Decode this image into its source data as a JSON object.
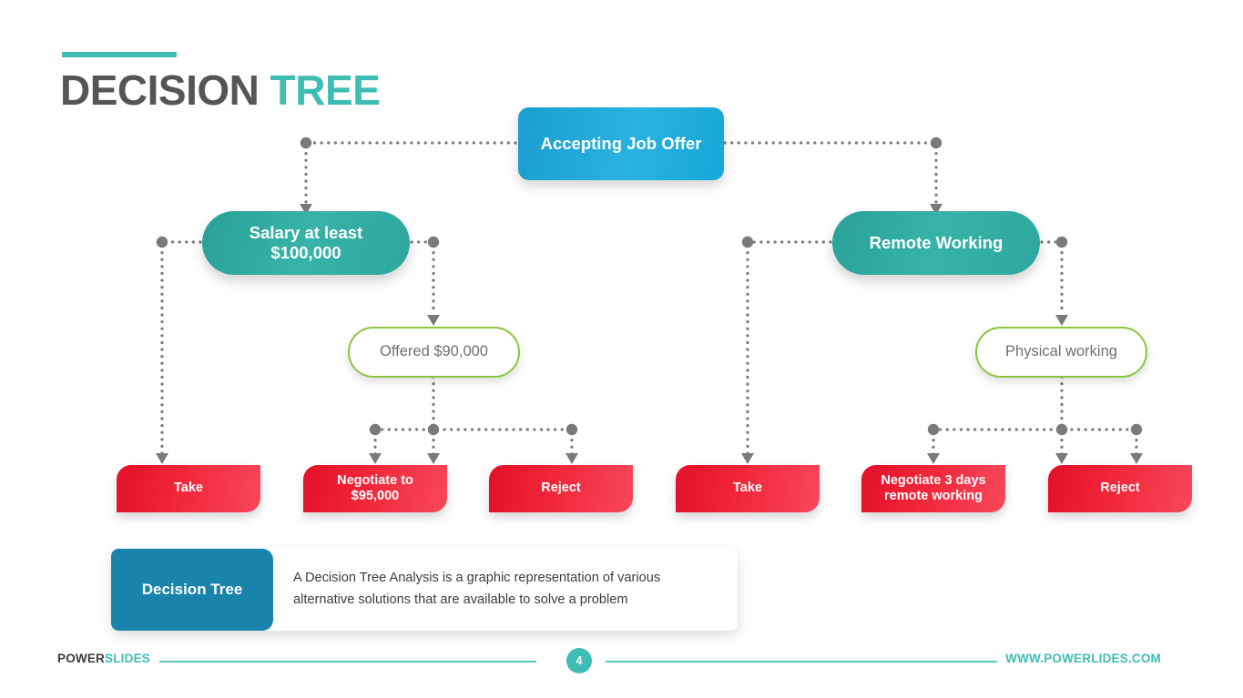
{
  "header": {
    "title_main": "DECISION",
    "title_accent": "TREE",
    "rule_color": "#3ebdb4"
  },
  "tree": {
    "root": {
      "label": "Accepting Job Offer",
      "color": "#1a9dd0"
    },
    "decisions": [
      {
        "label": "Salary at least\n$100,000",
        "line1": "Salary at least",
        "line2": "$100,000",
        "color": "#2fa79e"
      },
      {
        "label": "Remote Working",
        "line1": "Remote Working",
        "line2": "",
        "color": "#2fa79e"
      }
    ],
    "chances": [
      {
        "label": "Offered $90,000",
        "color": "#8cc63e"
      },
      {
        "label": "Physical working",
        "color": "#8cc63e"
      }
    ],
    "leaves": [
      {
        "label": "Take",
        "line1": "Take",
        "line2": "",
        "color": "#ef2337"
      },
      {
        "label": "Negotiate to $95,000",
        "line1": "Negotiate to",
        "line2": "$95,000",
        "color": "#ef2337"
      },
      {
        "label": "Reject",
        "line1": "Reject",
        "line2": "",
        "color": "#ef2337"
      },
      {
        "label": "Take",
        "line1": "Take",
        "line2": "",
        "color": "#ef2337"
      },
      {
        "label": "Negotiate 3 days remote working",
        "line1": "Negotiate 3 days",
        "line2": "remote working",
        "color": "#ef2337"
      },
      {
        "label": "Reject",
        "line1": "Reject",
        "line2": "",
        "color": "#ef2337"
      }
    ],
    "connector_color": "#7a7a7a"
  },
  "legend": {
    "tag": "Decision Tree",
    "description": "A Decision Tree Analysis is a graphic representation of various alternative solutions that are available to solve a problem",
    "tag_color": "#1983ac"
  },
  "footer": {
    "brand_main": "POWER",
    "brand_accent": "SLIDES",
    "page_number": "4",
    "url": "WWW.POWERLIDES.COM",
    "accent_color": "#3ebdb4"
  }
}
